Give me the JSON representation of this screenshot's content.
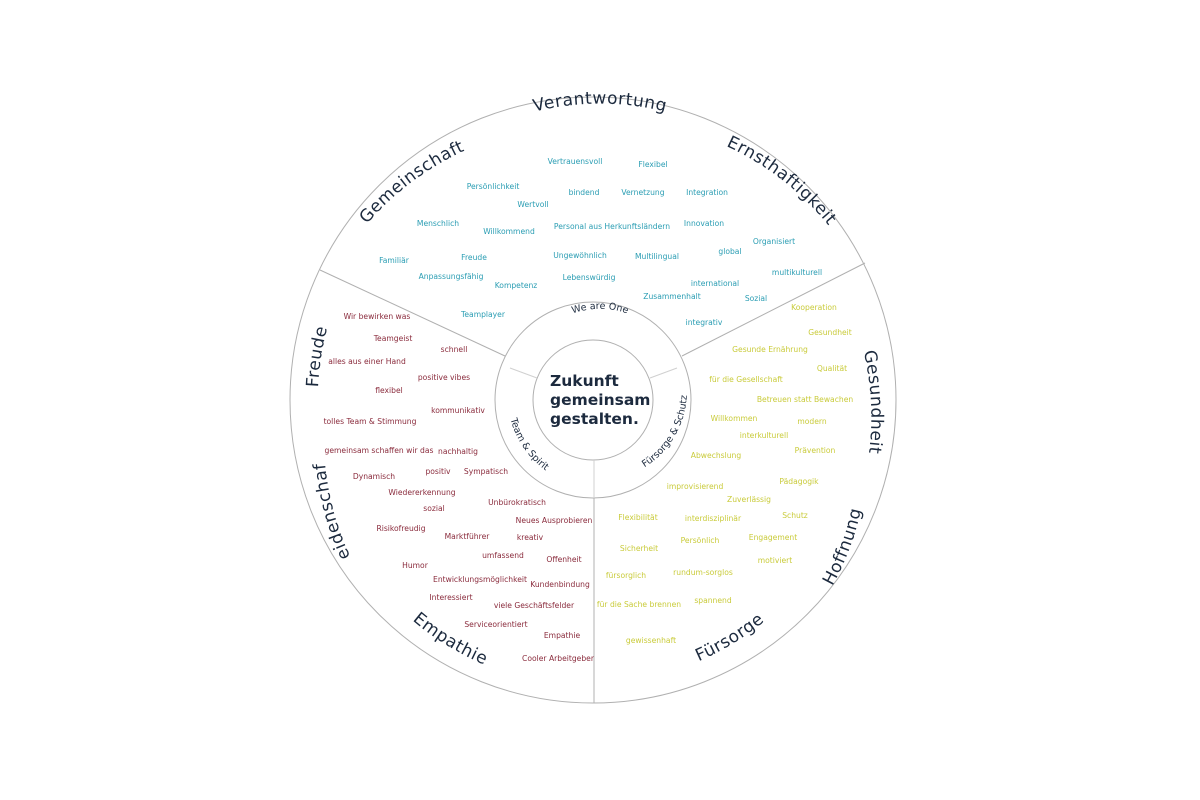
{
  "colors": {
    "teal": "#2a9db3",
    "maroon": "#8a2b3c",
    "yellow": "#c9cb3a",
    "dark": "#1c2a3e",
    "line": "#b0b0b0"
  },
  "center": {
    "line1": "Zukunft",
    "line2": "gemeinsam",
    "line3": "gestalten."
  },
  "inner": {
    "top": "We are One",
    "left": "Team & Spirit",
    "right": "Fürsorge & Schutz"
  },
  "categories": {
    "verantwortung": "Verantwortung",
    "gemeinschaft": "Gemeinschaft",
    "ernsthaftigkeit": "Ernsthaftigkeit",
    "freude": "Freude",
    "leidenschaft": "Leidenschaft",
    "empathie": "Empathie",
    "gesundheit": "Gesundheit",
    "hoffnung": "Hoffnung",
    "fuersorge": "Fürsorge"
  },
  "words": {
    "top": [
      "Vertrauensvoll",
      "Flexibel",
      "Persönlichkeit",
      "bindend",
      "Vernetzung",
      "Integration",
      "Wertvoll",
      "Menschlich",
      "Personal aus Herkunftsländern",
      "Innovation",
      "Willkommend",
      "Organisiert",
      "Ungewöhnlich",
      "global",
      "Familiär",
      "Freude",
      "Multilingual",
      "multikulturell",
      "Anpassungsfähig",
      "Lebenswürdig",
      "Kompetenz",
      "international",
      "Zusammenhalt",
      "Sozial",
      "Teamplayer",
      "integrativ"
    ],
    "left": [
      "Wir bewirken was",
      "Teamgeist",
      "schnell",
      "alles aus einer Hand",
      "positive vibes",
      "flexibel",
      "kommunikativ",
      "tolles Team & Stimmung",
      "gemeinsam schaffen wir das",
      "nachhaltig",
      "positiv",
      "Sympatisch",
      "Dynamisch",
      "Wiedererkennung",
      "Unbürokratisch",
      "sozial",
      "Neues Ausprobieren",
      "Risikofreudig",
      "Marktführer",
      "kreativ",
      "umfassend",
      "Offenheit",
      "Humor",
      "Entwicklungsmöglichkeit",
      "Kundenbindung",
      "Interessiert",
      "viele Geschäftsfelder",
      "Serviceorientiert",
      "Empathie",
      "Cooler Arbeitgeber"
    ],
    "right": [
      "Kooperation",
      "Gesundheit",
      "Gesunde Ernährung",
      "Qualität",
      "für die Gesellschaft",
      "Betreuen statt Bewachen",
      "Willkommen",
      "modern",
      "interkulturell",
      "Prävention",
      "Abwechslung",
      "Pädagogik",
      "improvisierend",
      "Zuverlässig",
      "Flexibilität",
      "interdisziplinär",
      "Schutz",
      "Persönlich",
      "Engagement",
      "Sicherheit",
      "motiviert",
      "fürsorglich",
      "rundum-sorglos",
      "spannend",
      "für die Sache brennen",
      "gewissenhaft"
    ]
  }
}
